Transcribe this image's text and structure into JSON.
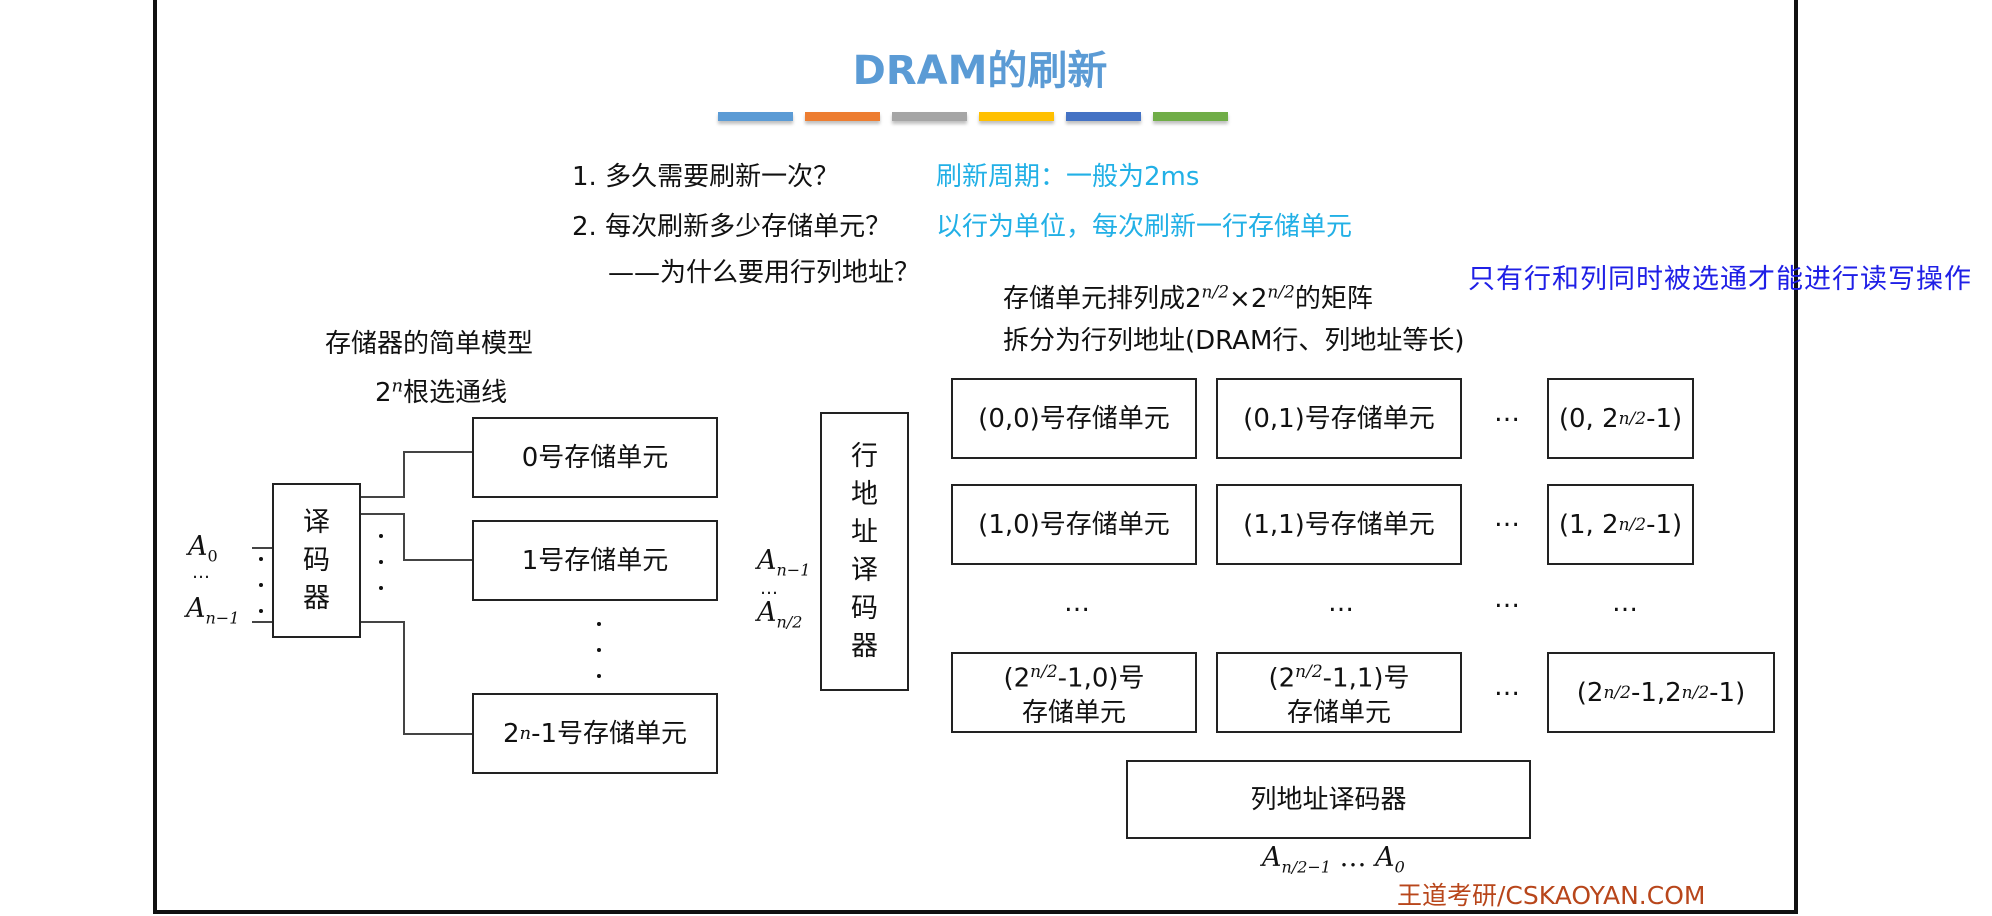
{
  "slide": {
    "title": "DRAM的刷新",
    "title_color": "#5B9BD5",
    "divider_colors": [
      "#5B9BD5",
      "#ED7D31",
      "#A5A5A5",
      "#FFC000",
      "#4472C4",
      "#70AD47"
    ]
  },
  "questions": [
    {
      "q": "1. 多久需要刷新一次？",
      "a": "刷新周期：一般为2ms"
    },
    {
      "q": "2. 每次刷新多少存储单元？",
      "a": "以行为单位，每次刷新一行存储单元"
    },
    {
      "q": "——为什么要用行列地址？",
      "a": ""
    }
  ],
  "answer_color": "#22B0E6",
  "matrix_note": {
    "line1_prefix": "存储单元排列成2",
    "line1_exp": "n/2",
    "line1_mid": "×2",
    "line1_exp2": "n/2",
    "line1_suffix": "的矩阵",
    "line2": "拆分为行列地址(DRAM行、列地址等长)"
  },
  "blue_note": {
    "text": "只有行和列同时被选通才能进行读写操作",
    "color": "#1F1FE6"
  },
  "simple_model": {
    "title": "存储器的简单模型",
    "select_lines_base": "2",
    "select_lines_exp": "n",
    "select_lines_suffix": "根选通线",
    "decoder_label": [
      "译",
      "码",
      "器"
    ],
    "inputs": {
      "top": "A",
      "top_sub": "0",
      "mid": "…",
      "bottom": "A",
      "bottom_sub": "n−1"
    },
    "cells": [
      {
        "label": "0号存储单元"
      },
      {
        "label": "1号存储单元"
      },
      {
        "label_base": "2",
        "label_exp": "n",
        "label_suffix": "-1号存储单元"
      }
    ]
  },
  "row_decoder": {
    "label": [
      "行",
      "地",
      "址",
      "译",
      "码",
      "器"
    ],
    "input_top": "A",
    "input_top_sub": "n−1",
    "input_mid": "…",
    "input_bottom": "A",
    "input_bottom_sub": "n/2"
  },
  "matrix": {
    "rows": [
      [
        "(0,0)号存储单元",
        "(0,1)号存储单元",
        "…",
        "(0, 2^(n/2)-1)"
      ],
      [
        "(1,0)号存储单元",
        "(1,1)号存储单元",
        "…",
        "(1, 2^(n/2)-1)"
      ],
      [
        "…",
        "…",
        "…",
        "…"
      ],
      [
        "(2^(n/2)-1,0)号 存储单元",
        "(2^(n/2)-1,1)号 存储单元",
        "…",
        "(2^(n/2)-1,2^(n/2)-1)"
      ]
    ],
    "cell_00": "(0,0)号存储单元",
    "cell_01": "(0,1)号存储单元",
    "cell_10": "(1,0)号存储单元",
    "cell_11": "(1,1)号存储单元",
    "ellipsis": "…",
    "cell_0last_pre": "(0, 2",
    "cell_0last_post": "-1)",
    "cell_1last_pre": "(1, 2",
    "cell_1last_post": "-1)",
    "exp": "n/2",
    "cell_last0_pre": "(2",
    "cell_last0_post": "-1,0)号",
    "cell_last0_line2": "存储单元",
    "cell_last1_pre": "(2",
    "cell_last1_post": "-1,1)号",
    "cell_last1_line2": "存储单元",
    "cell_lastlast_a": "(2",
    "cell_lastlast_b": "-1,2",
    "cell_lastlast_c": "-1)"
  },
  "column_decoder": {
    "label": "列地址译码器",
    "input_a": "A",
    "input_a_sub": "n/2−1",
    "input_mid": " … ",
    "input_b": "A",
    "input_b_sub": "0"
  },
  "watermark": "王道考研/CSKAOYAN.COM"
}
